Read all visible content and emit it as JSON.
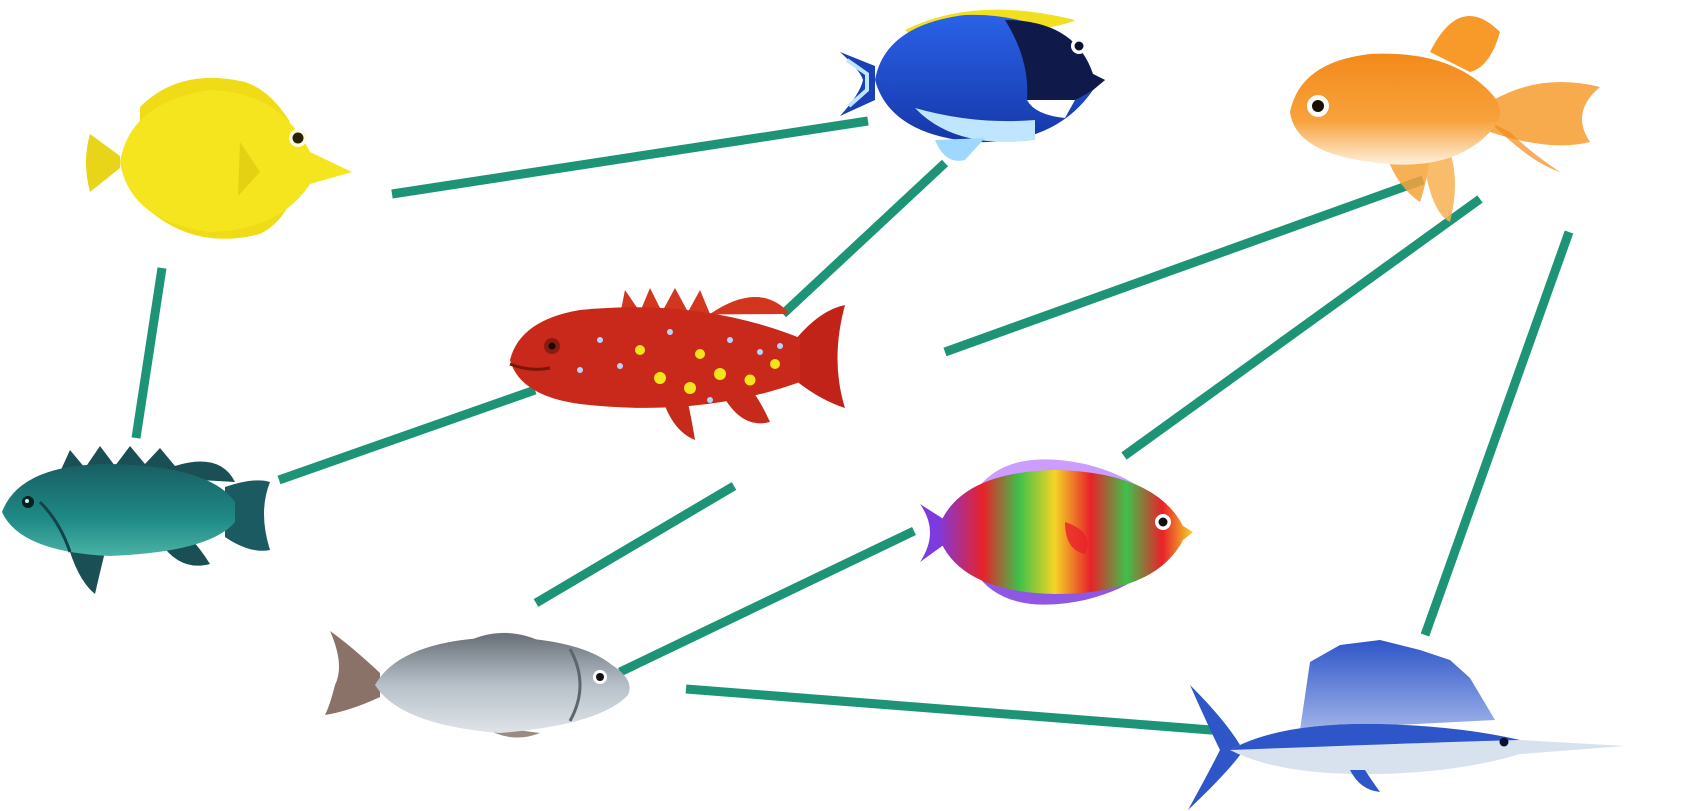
{
  "diagram": {
    "edge_color": "#1e9477",
    "nodes": [
      {
        "id": "yellow-tang",
        "icon": "yellow-tang-fish-icon",
        "colors": {
          "body": "#f2e21c",
          "fin": "#e7d314",
          "eye": "#2a2200"
        }
      },
      {
        "id": "powder-blue-tang",
        "icon": "powder-blue-tang-fish-icon",
        "colors": {
          "body": "#1e4fd6",
          "belly": "#bfe6ff",
          "head": "#0f1a4a",
          "accent": "#f0e020"
        }
      },
      {
        "id": "goldfish",
        "icon": "goldfish-icon",
        "colors": {
          "body": "#f6941e",
          "belly": "#fff0dc",
          "fin": "#f7a23a"
        }
      },
      {
        "id": "red-grouper",
        "icon": "red-spotted-grouper-icon",
        "colors": {
          "body": "#c8291a",
          "spot": "#f4e41c",
          "dot": "#b7d4ff"
        }
      },
      {
        "id": "green-cichlid",
        "icon": "green-cichlid-fish-icon",
        "colors": {
          "body": "#1d7a79",
          "fin": "#1b4f56",
          "belly": "#4ab3a6"
        }
      },
      {
        "id": "rainbow-angelfish",
        "icon": "rainbow-angelfish-icon",
        "colors": {
          "body": "#f5d426",
          "band1": "#e8222a",
          "band2": "#3fc04a",
          "band3": "#7d3ae0"
        }
      },
      {
        "id": "silver-carp",
        "icon": "silver-carp-fish-icon",
        "colors": {
          "body": "#a9b3bd",
          "back": "#6d747c",
          "fin": "#8a7268"
        }
      },
      {
        "id": "sailfish",
        "icon": "sailfish-icon",
        "colors": {
          "body": "#d8e2ee",
          "back": "#2f56c8",
          "sail": "#3258d2"
        }
      }
    ],
    "edges": [
      {
        "from": "yellow-tang",
        "to": "powder-blue-tang"
      },
      {
        "from": "yellow-tang",
        "to": "green-cichlid"
      },
      {
        "from": "powder-blue-tang",
        "to": "red-grouper"
      },
      {
        "from": "goldfish",
        "to": "red-grouper"
      },
      {
        "from": "goldfish",
        "to": "rainbow-angelfish"
      },
      {
        "from": "goldfish",
        "to": "sailfish"
      },
      {
        "from": "red-grouper",
        "to": "green-cichlid"
      },
      {
        "from": "red-grouper",
        "to": "silver-carp"
      },
      {
        "from": "rainbow-angelfish",
        "to": "silver-carp"
      },
      {
        "from": "silver-carp",
        "to": "sailfish"
      }
    ]
  }
}
